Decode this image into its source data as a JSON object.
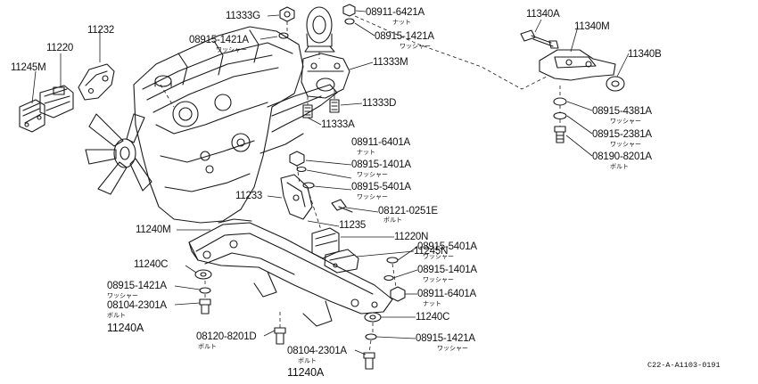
{
  "diagram_code": "C22-A-A1103-0191",
  "callouts": [
    {
      "id": "c-11232",
      "text": "11232"
    },
    {
      "id": "c-11220",
      "text": "11220"
    },
    {
      "id": "c-11245m",
      "text": "11245M"
    },
    {
      "id": "c-11333g",
      "text": "11333G"
    },
    {
      "id": "c-08915-1421a-top",
      "text": "08915-1421A",
      "sub": "ワッシャー"
    },
    {
      "id": "c-08911-6421a",
      "text": "08911-6421A",
      "sub": "ナット"
    },
    {
      "id": "c-08915-1421a-top2",
      "text": "08915-1421A",
      "sub": "ワッシャー"
    },
    {
      "id": "c-11333m",
      "text": "11333M"
    },
    {
      "id": "c-11333d",
      "text": "11333D"
    },
    {
      "id": "c-11333a",
      "text": "11333A"
    },
    {
      "id": "c-11340a",
      "text": "11340A"
    },
    {
      "id": "c-11340m",
      "text": "11340M"
    },
    {
      "id": "c-11340b",
      "text": "11340B"
    },
    {
      "id": "c-08915-4381a",
      "text": "08915-4381A",
      "sub": "ワッシャー"
    },
    {
      "id": "c-08915-2381a",
      "text": "08915-2381A",
      "sub": "ワッシャー"
    },
    {
      "id": "c-08190-8201a",
      "text": "08190-8201A",
      "sub": "ボルト"
    },
    {
      "id": "c-08911-6401a-top",
      "text": "08911-6401A",
      "sub": "ナット"
    },
    {
      "id": "c-08915-1401a-top",
      "text": "08915-1401A",
      "sub": "ワッシャー"
    },
    {
      "id": "c-08915-5401a-top",
      "text": "08915-5401A",
      "sub": "ワッシャー"
    },
    {
      "id": "c-11233",
      "text": "11233"
    },
    {
      "id": "c-08121-0251e",
      "text": "08121-0251E",
      "sub": "ボルト"
    },
    {
      "id": "c-11235",
      "text": "11235"
    },
    {
      "id": "c-11240m",
      "text": "11240M"
    },
    {
      "id": "c-11220n",
      "text": "11220N"
    },
    {
      "id": "c-11245n",
      "text": "11245N"
    },
    {
      "id": "c-08915-5401a-bot",
      "text": "08915-5401A",
      "sub": "ワッシャー"
    },
    {
      "id": "c-08915-1401a-bot",
      "text": "08915-1401A",
      "sub": "ワッシャー"
    },
    {
      "id": "c-08911-6401a-bot",
      "text": "08911-6401A",
      "sub": "ナット"
    },
    {
      "id": "c-11240c-left",
      "text": "11240C"
    },
    {
      "id": "c-08915-1421a-left",
      "text": "08915-1421A",
      "sub": "ワッシャー"
    },
    {
      "id": "c-08104-2301a-left",
      "text": "08104-2301A",
      "sub": "ボルト"
    },
    {
      "id": "c-11240a-left",
      "text": "11240A"
    },
    {
      "id": "c-11240c-right",
      "text": "11240C"
    },
    {
      "id": "c-08915-1421a-right",
      "text": "08915-1421A",
      "sub": "ワッシャー"
    },
    {
      "id": "c-08120-8201d",
      "text": "08120-8201D",
      "sub": "ボルト"
    },
    {
      "id": "c-08104-2301a-bot",
      "text": "08104-2301A",
      "sub": "ボルト"
    },
    {
      "id": "c-11240a-bot",
      "text": "11240A"
    }
  ]
}
